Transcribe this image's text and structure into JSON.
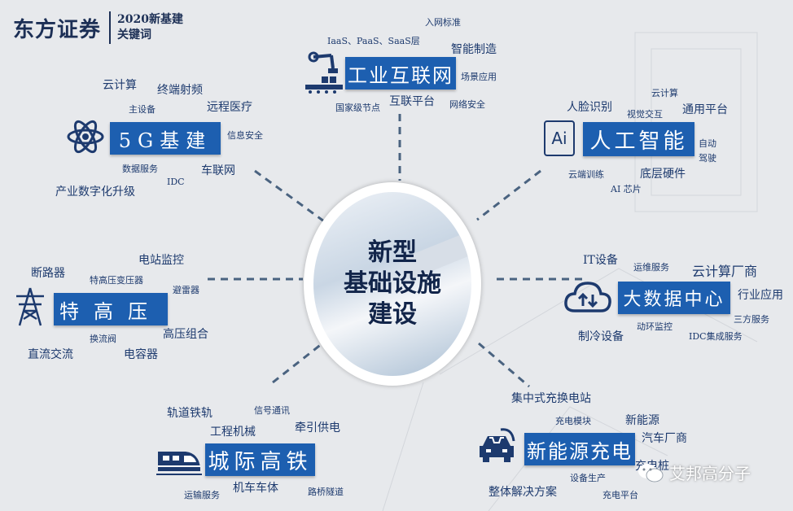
{
  "header": {
    "brand": "东方证券",
    "subtitle_line1": "2020新基建",
    "subtitle_line2": "关键词"
  },
  "center": {
    "line1": "新型",
    "line2": "基础设施",
    "line3": "建设"
  },
  "sectors": {
    "industrial_internet": {
      "label": "工业互联网",
      "keywords": [
        "入网标准",
        "IaaS、PaaS、SaaS层",
        "智能制造",
        "场景应用",
        "国家级节点",
        "互联平台",
        "网络安全"
      ]
    },
    "g5": {
      "label": "5G基建",
      "keywords": [
        "云计算",
        "终端射频",
        "主设备",
        "远程医疗",
        "信息安全",
        "数据服务",
        "IDC",
        "车联网",
        "产业数字化升级"
      ]
    },
    "ai": {
      "label": "人工智能",
      "badge": "Ai",
      "keywords": [
        "云计算",
        "人脸识别",
        "视觉交互",
        "通用平台",
        "自动",
        "驾驶",
        "云端训练",
        "底层硬件",
        "AI 芯片"
      ]
    },
    "uhv": {
      "label": "特高压",
      "keywords": [
        "电站监控",
        "断路器",
        "特高压变压器",
        "避雷器",
        "换流阀",
        "高压组合",
        "直流交流",
        "电容器"
      ]
    },
    "bigdata": {
      "label": "大数据中心",
      "keywords": [
        "IT设备",
        "运维服务",
        "云计算厂商",
        "行业应用",
        "三方服务",
        "动环监控",
        "制冷设备",
        "IDC集成服务"
      ]
    },
    "rail": {
      "label": "城际高铁",
      "keywords": [
        "轨道铁轨",
        "信号通讯",
        "工程机械",
        "牵引供电",
        "运输服务",
        "机车车体",
        "路桥隧道"
      ]
    },
    "ev": {
      "label": "新能源充电",
      "keywords": [
        "集中式充换电站",
        "充电模块",
        "新能源",
        "汽车厂商",
        "充电桩",
        "设备生产",
        "整体解决方案",
        "充电平台"
      ]
    }
  },
  "watermark": "艾邦高分子"
}
